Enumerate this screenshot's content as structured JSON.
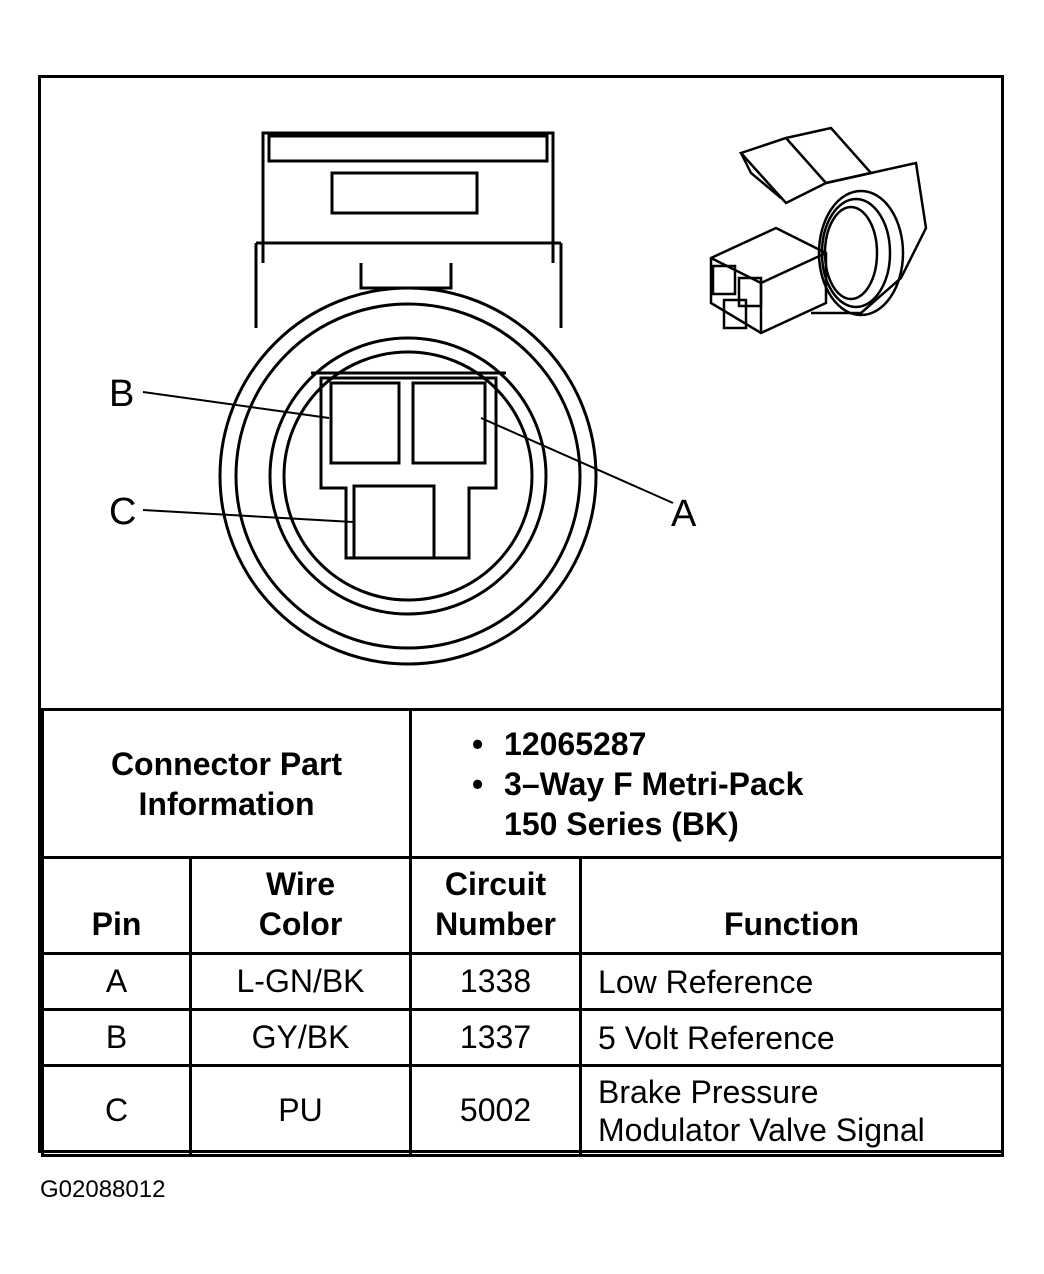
{
  "diagram": {
    "pin_labels": {
      "a": "A",
      "b": "B",
      "c": "C"
    }
  },
  "part_info": {
    "label_line1": "Connector Part",
    "label_line2": "Information",
    "bullet": "•",
    "items": [
      "12065287",
      "3–Way F Metri-Pack",
      "150 Series (BK)"
    ]
  },
  "table": {
    "headers": {
      "pin": "Pin",
      "wire_color_line1": "Wire",
      "wire_color_line2": "Color",
      "circuit_line1": "Circuit",
      "circuit_line2": "Number",
      "function": "Function"
    },
    "rows": [
      {
        "pin": "A",
        "wire_color": "L-GN/BK",
        "circuit": "1338",
        "function_line1": "Low Reference",
        "function_line2": ""
      },
      {
        "pin": "B",
        "wire_color": "GY/BK",
        "circuit": "1337",
        "function_line1": "5 Volt Reference",
        "function_line2": ""
      },
      {
        "pin": "C",
        "wire_color": "PU",
        "circuit": "5002",
        "function_line1": "Brake Pressure",
        "function_line2": "Modulator Valve Signal"
      }
    ]
  },
  "figure_code": "G02088012"
}
